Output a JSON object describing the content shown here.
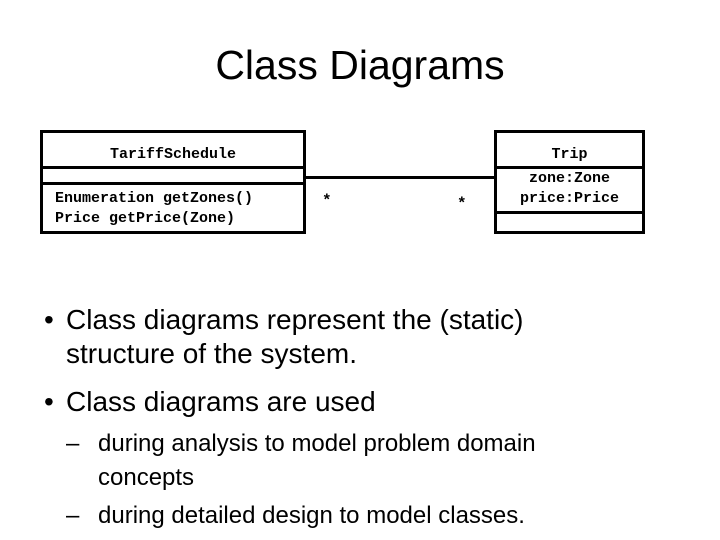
{
  "slide": {
    "title": "Class Diagrams",
    "diagram": {
      "left_class": {
        "name": "TariffSchedule",
        "attributes": [],
        "operations": [
          "Enumeration getZones()",
          "Price getPrice(Zone)"
        ]
      },
      "right_class": {
        "name": "Trip",
        "attributes": [
          "zone:Zone",
          "price:Price"
        ],
        "operations": []
      },
      "association": {
        "left_multiplicity": "*",
        "right_multiplicity": "*"
      }
    },
    "bullets": [
      {
        "symbol": "•",
        "lines": [
          "Class diagrams represent the (static)",
          "structure of the system."
        ]
      },
      {
        "symbol": "•",
        "lines": [
          "Class diagrams are used"
        ]
      }
    ],
    "sub_bullets": [
      {
        "symbol": "–",
        "lines": [
          "during analysis to model problem domain",
          "concepts"
        ]
      },
      {
        "symbol": "–",
        "lines": [
          "during detailed design to model classes."
        ]
      }
    ]
  }
}
